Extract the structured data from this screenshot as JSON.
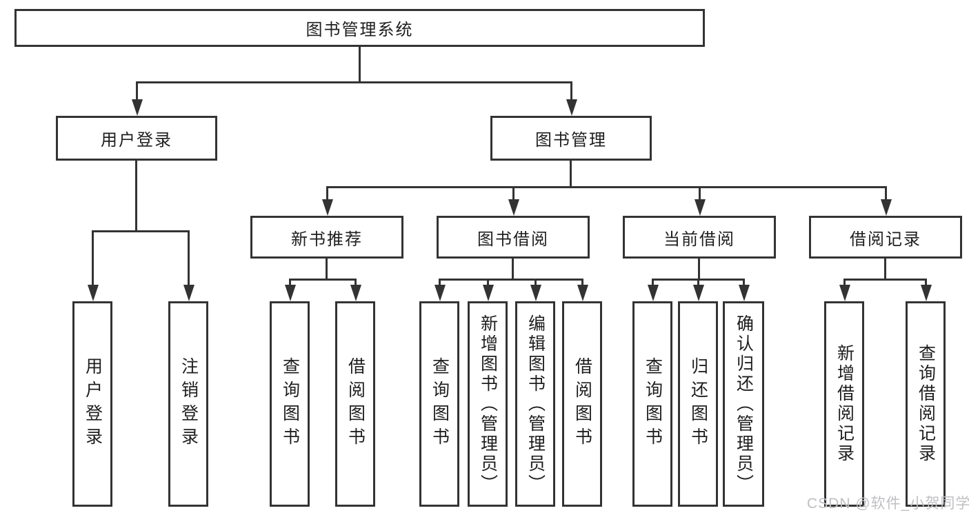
{
  "diagram": {
    "root": {
      "label": "图书管理系统"
    },
    "level2": [
      "用户登录",
      "图书管理"
    ],
    "level3": [
      "新书推荐",
      "图书借阅",
      "当前借阅",
      "借阅记录"
    ],
    "leaves": [
      "用户登录",
      "注销登录",
      "查询图书",
      "借阅图书",
      "查询图书",
      "新增图书（管理员）",
      "编辑图书（管理员）",
      "借阅图书",
      "查询图书",
      "归还图书",
      "确认归还（管理员）",
      "新增借阅记录",
      "查询借阅记录"
    ]
  },
  "watermark": "CSDN @软件_小贺同学",
  "colors": {
    "line": "#333333",
    "text": "#1e1e1e",
    "watermark": "#bfbfc3",
    "background": "#ffffff"
  }
}
